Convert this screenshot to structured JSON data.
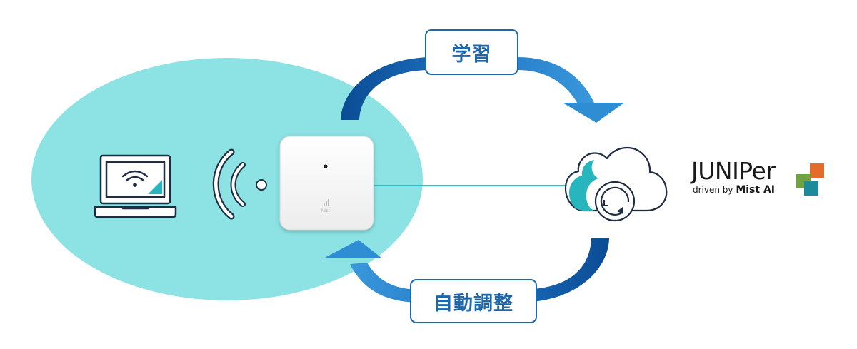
{
  "labels": {
    "learn": "学習",
    "adjust": "自動調整"
  },
  "access_point": {
    "brand_mark": "Mist"
  },
  "logo": {
    "wordmark": "JUNIPer",
    "tagline_prefix": "driven by ",
    "tagline_brand": "Mist AI"
  },
  "colors": {
    "client_area": "#8de3e4",
    "arrow_dark": "#0a4c94",
    "arrow_light": "#2f8dd4",
    "label_border": "#1d67ad",
    "connection_line": "#2bbfc9",
    "icon_teal": "#27b6bd",
    "logo_orange": "#e36c2c",
    "logo_green": "#6fa33f",
    "logo_teal": "#1b8a9a"
  },
  "icons": {
    "laptop": "laptop-wifi-icon",
    "signal": "wifi-broadcast-icon",
    "cloud": "cloud-sync-icon",
    "arrow_top": "curved-arrow-right-icon",
    "arrow_bottom": "curved-arrow-left-icon"
  }
}
